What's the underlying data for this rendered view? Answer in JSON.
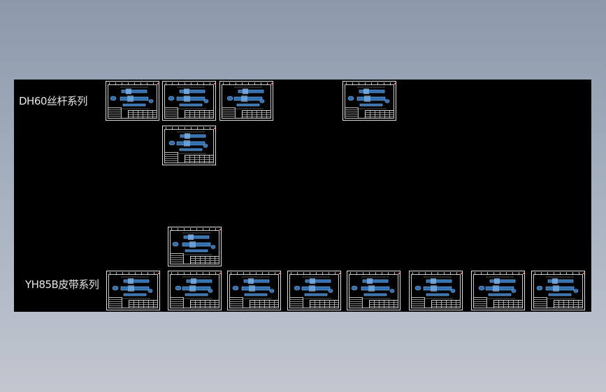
{
  "drawing": {
    "series_top_label": "DH60丝杆系列",
    "series_bottom_label": "YH85B皮带系列"
  },
  "sheet_icon": "cad-drawing-sheet-thumbnail",
  "colors": {
    "background_top": "#8b99ab",
    "background_bottom": "#c2c6cf",
    "model_space": "#000000",
    "part_fill": "#2f6fb0",
    "part_highlight": "#7fb2e6",
    "frame": "#dcdcdc",
    "marker": "#ff5a5a"
  }
}
